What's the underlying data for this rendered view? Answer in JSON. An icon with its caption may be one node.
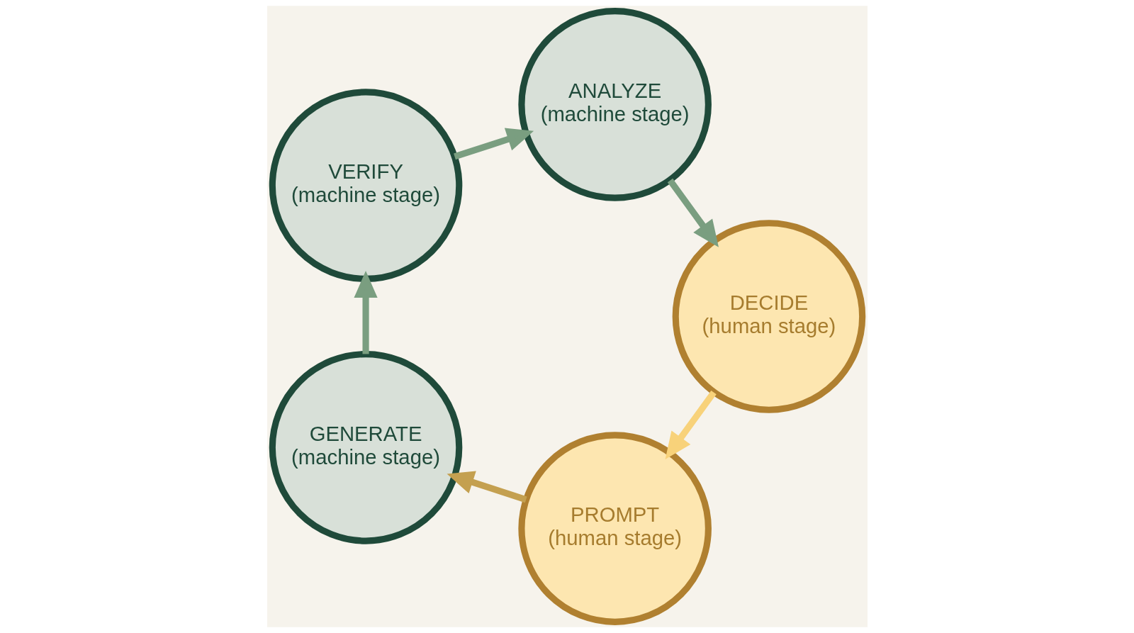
{
  "diagram": {
    "nodes": [
      {
        "text": [
          "PROMPT",
          "(human stage)"
        ]
      },
      {
        "text": [
          "GENERATE",
          "(machine stage)"
        ]
      },
      {
        "text": [
          "VERIFY",
          "(machine stage)"
        ]
      },
      {
        "text": [
          "ANALYZE",
          "(machine stage)"
        ]
      },
      {
        "text": [
          "DECIDE",
          "(human stage)"
        ]
      }
    ],
    "edges": [
      {
        "from": 0,
        "to": 1,
        "arrow": "to",
        "color": "#c4a050"
      },
      {
        "from": 1,
        "to": 2,
        "arrow": "to"
      },
      {
        "from": 2,
        "to": 3,
        "arrow": "to"
      },
      {
        "from": 3,
        "to": 4,
        "arrow": "to"
      },
      {
        "from": 4,
        "to": 0,
        "arrow": "to",
        "color": "#f8d27a"
      }
    ]
  }
}
